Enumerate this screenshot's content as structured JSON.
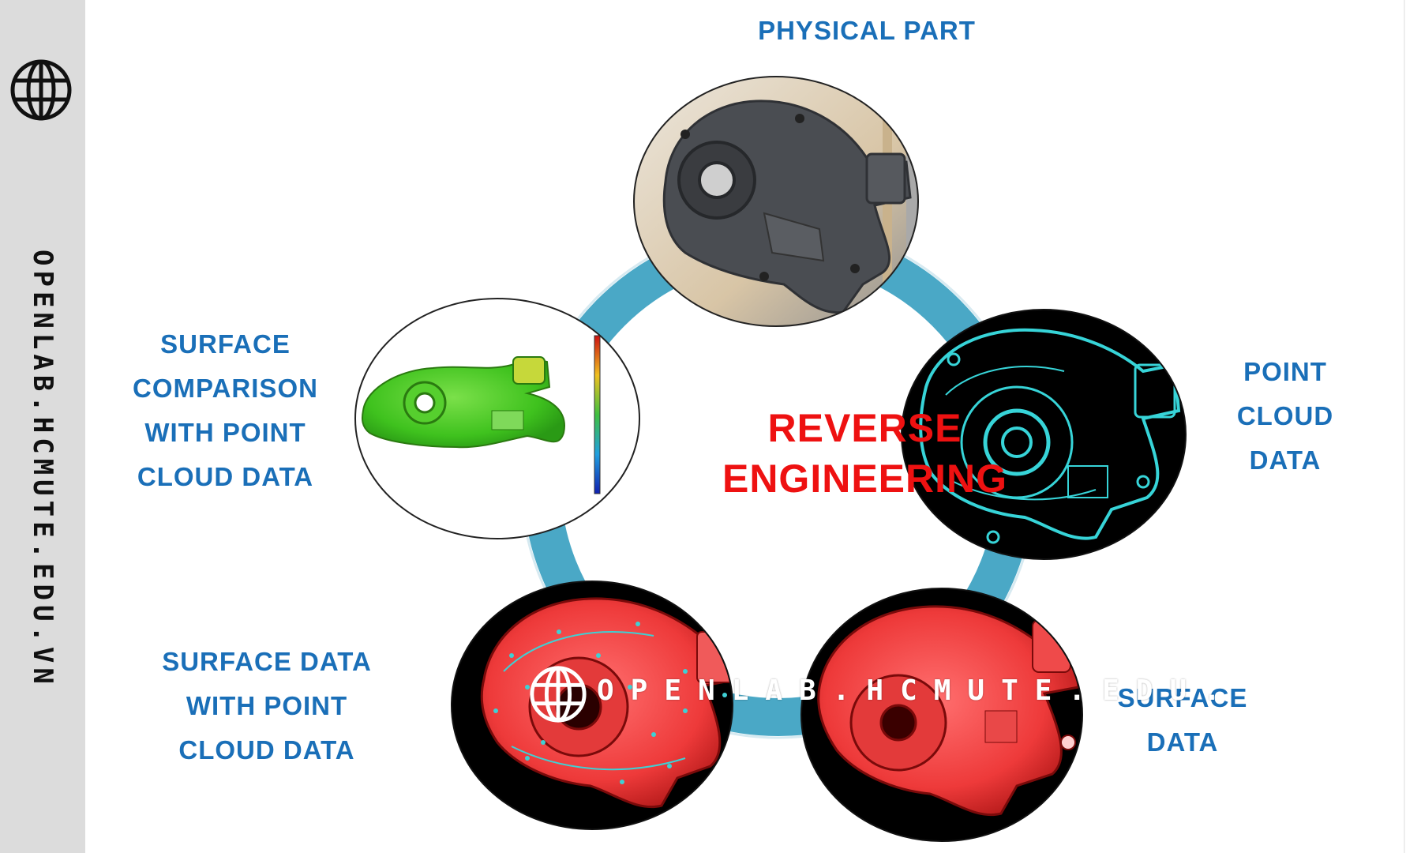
{
  "sidebar": {
    "text": "OPENLAB.HCMUTE.EDU.VN",
    "background": "#dcdcdc"
  },
  "diagram": {
    "center_title_line1": "REVERSE",
    "center_title_line2": "ENGINEERING",
    "nodes": [
      {
        "id": "physical",
        "label_lines": [
          "PHYSICAL PART"
        ]
      },
      {
        "id": "pointcloud",
        "label_lines": [
          "POINT",
          "CLOUD",
          "DATA"
        ]
      },
      {
        "id": "surface",
        "label_lines": [
          "SURFACE",
          "DATA"
        ]
      },
      {
        "id": "surfacepc",
        "label_lines": [
          "SURFACE DATA",
          "WITH POINT",
          "CLOUD DATA"
        ]
      },
      {
        "id": "comparison",
        "label_lines": [
          "SURFACE",
          "COMPARISON",
          "WITH POINT",
          "CLOUD DATA"
        ]
      }
    ],
    "ring_color": "#4aa8c6",
    "label_color": "#1a6fb8",
    "title_color": "#ee1111"
  },
  "watermark": {
    "text": "OPENLAB.HCMUTE.EDU."
  }
}
